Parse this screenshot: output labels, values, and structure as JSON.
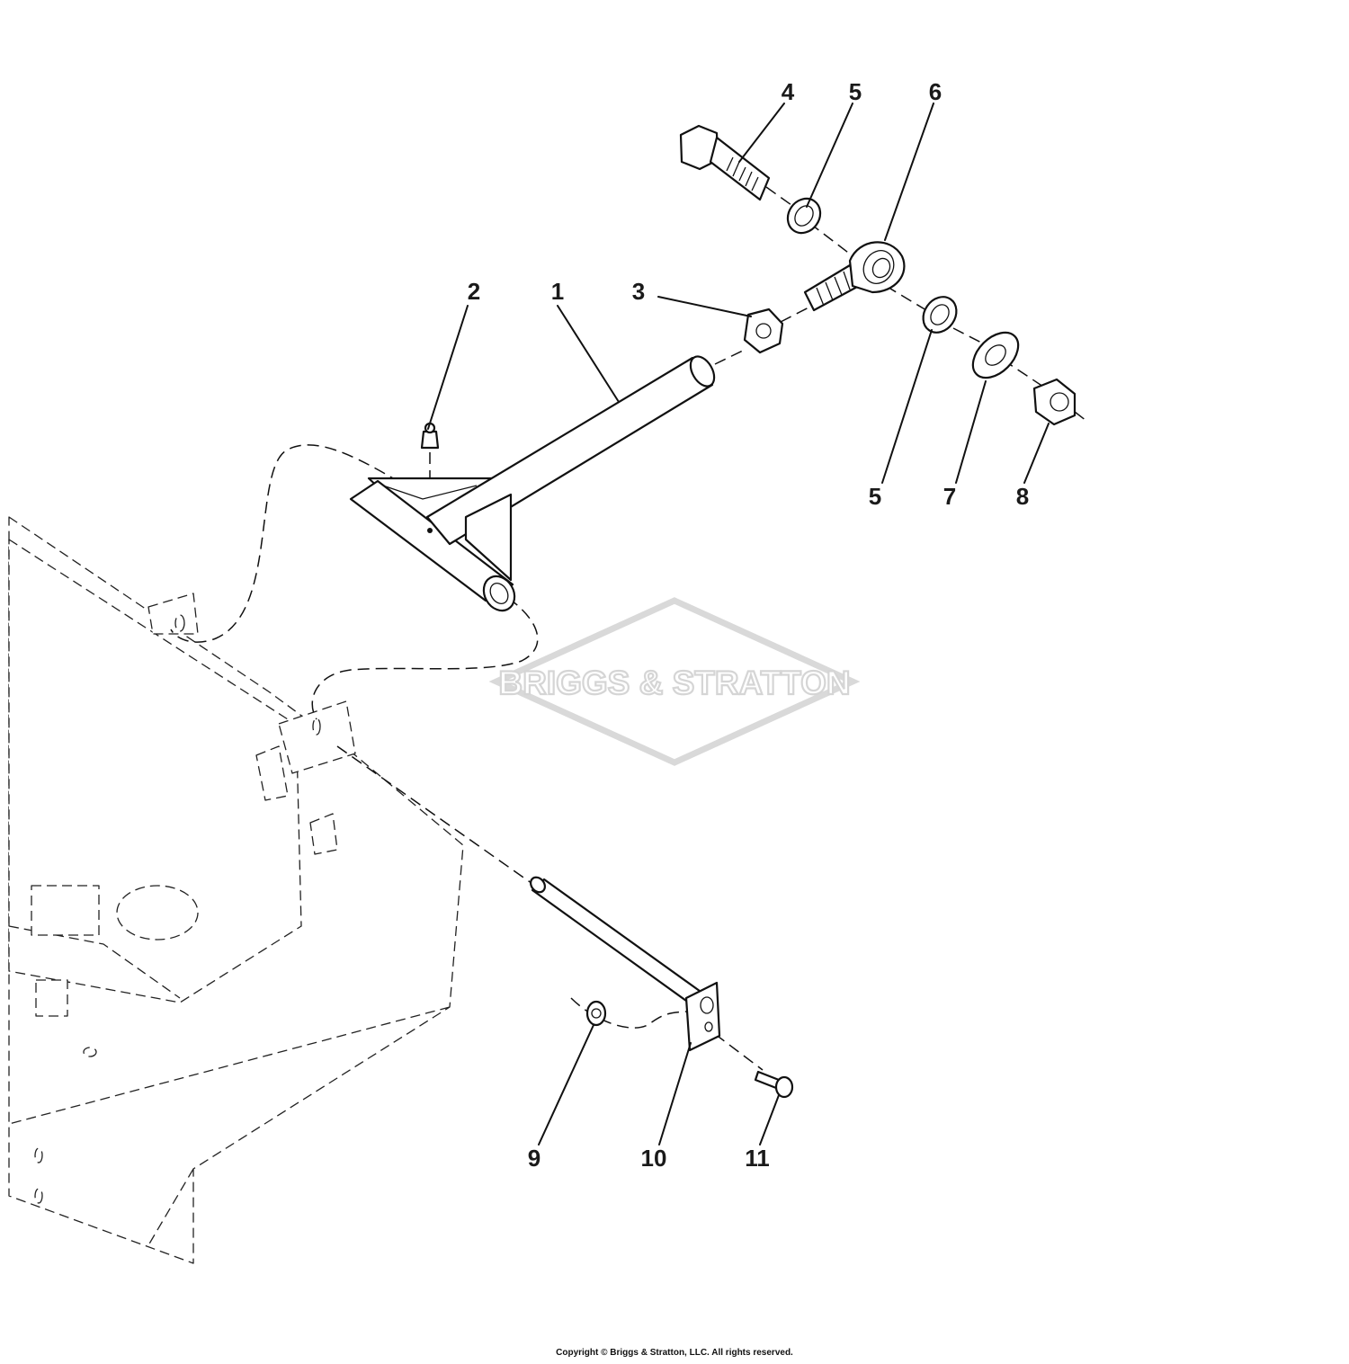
{
  "diagram": {
    "brand_watermark": "BRIGGS & STRATTON",
    "callouts": [
      {
        "label": "1"
      },
      {
        "label": "2"
      },
      {
        "label": "3"
      },
      {
        "label": "4"
      },
      {
        "label": "5"
      },
      {
        "label": "6"
      },
      {
        "label": "5"
      },
      {
        "label": "7"
      },
      {
        "label": "8"
      },
      {
        "label": "9"
      },
      {
        "label": "10"
      },
      {
        "label": "11"
      }
    ]
  },
  "footer": {
    "copyright": "Copyright © Briggs & Stratton, LLC. All rights reserved."
  }
}
